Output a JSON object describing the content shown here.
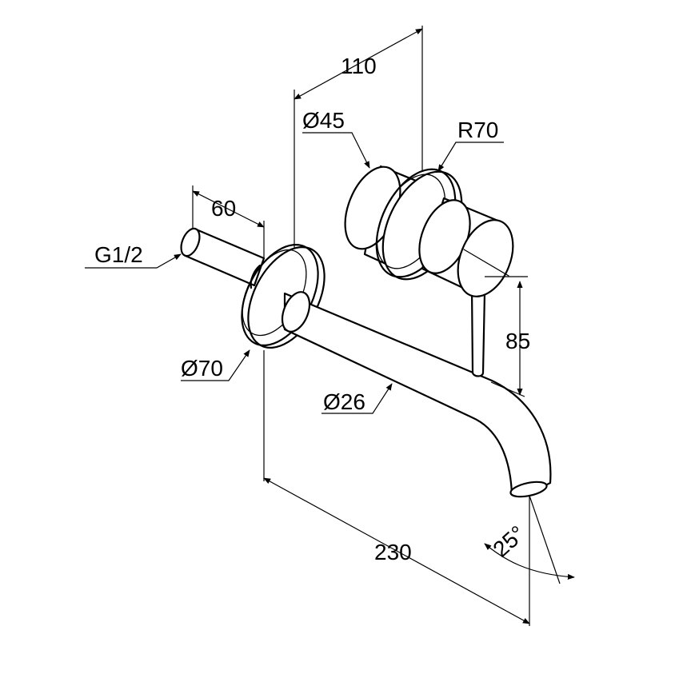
{
  "dimensions": {
    "depth_110": "110",
    "dia_45": "Ø45",
    "radius_70": "R70",
    "length_60": "60",
    "thread": "G1/2",
    "height_85": "85",
    "dia_70": "Ø70",
    "dia_26": "Ø26",
    "projection_230": "230",
    "angle_25": "25°"
  }
}
